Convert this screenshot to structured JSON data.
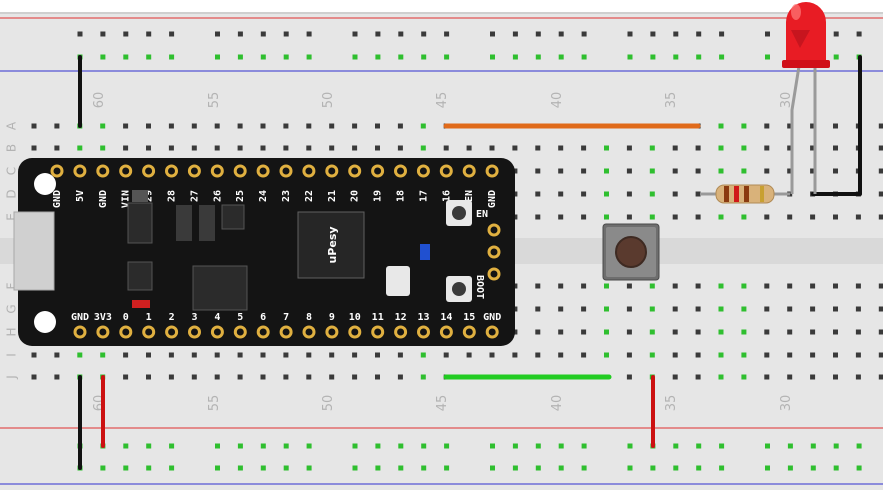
{
  "breadboard": {
    "column_numbers": [
      "60",
      "55",
      "50",
      "45",
      "40",
      "35",
      "30"
    ],
    "row_letters_top": [
      "A",
      "B",
      "C",
      "D",
      "E"
    ],
    "row_letters_bottom": [
      "F",
      "G",
      "H",
      "I",
      "J"
    ]
  },
  "board": {
    "brand": "uPesy",
    "top_pins": [
      "GND",
      "5V",
      "GND",
      "VIN",
      "29",
      "28",
      "27",
      "26",
      "25",
      "24",
      "23",
      "22",
      "21",
      "20",
      "19",
      "18",
      "17",
      "16",
      "EN",
      "GND"
    ],
    "bottom_pins": [
      "GND",
      "3V3",
      "0",
      "1",
      "2",
      "3",
      "4",
      "5",
      "6",
      "7",
      "8",
      "9",
      "10",
      "11",
      "12",
      "13",
      "14",
      "15",
      "GND"
    ],
    "button_en_label": "EN",
    "button_boot_label": "BOOT"
  },
  "colors": {
    "breadboard": "#e6e6e6",
    "rail_red": "#e03030",
    "rail_blue": "#3030d0",
    "hole": "#3a3a3a",
    "hole_active": "#2fbf2f",
    "wire_black": "#111111",
    "wire_red": "#cc1111",
    "wire_orange": "#e06a1a",
    "wire_green": "#22cc22",
    "board": "#141414",
    "pin_ring": "#e0b040",
    "led": "#e81c24"
  }
}
